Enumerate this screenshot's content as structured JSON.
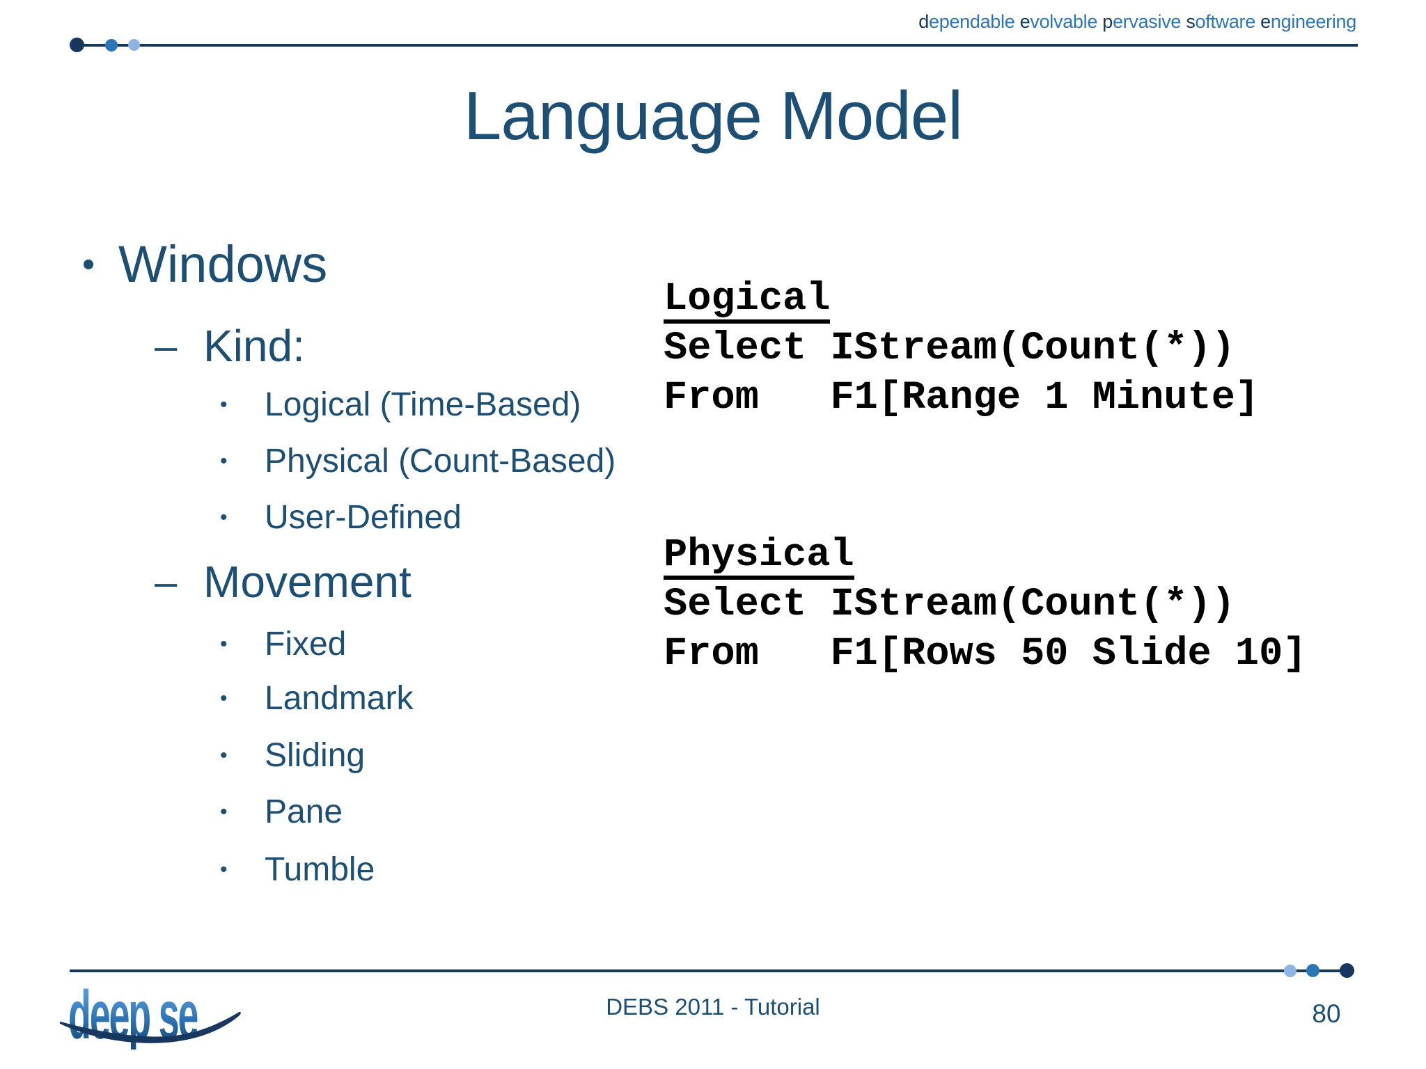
{
  "header": {
    "tagline": "dependable evolvable pervasive software engineering"
  },
  "title": "Language Model",
  "markers": {
    "level1": "•",
    "level2": "–",
    "level3": "•"
  },
  "outline": {
    "level1": "Windows",
    "groups": [
      {
        "label": "Kind:",
        "items": [
          "Logical (Time-Based)",
          "Physical (Count-Based)",
          "User-Defined"
        ]
      },
      {
        "label": "Movement",
        "items": [
          "Fixed",
          "Landmark",
          "Sliding",
          "Pane",
          "Tumble"
        ]
      }
    ]
  },
  "code_blocks": [
    {
      "heading": "Logical",
      "lines": [
        "Select IStream(Count(*))",
        "From   F1[Range 1 Minute]"
      ]
    },
    {
      "heading": "Physical",
      "lines": [
        "Select IStream(Count(*))",
        "From   F1[Rows 50 Slide 10]"
      ]
    }
  ],
  "footer": {
    "caption": "DEBS 2011 - Tutorial",
    "page_number": "80"
  },
  "logo": {
    "text": "deep se"
  },
  "colors": {
    "text_navy": "#1d4e73",
    "line_dark": "#17375e",
    "accent_mid": "#2e75b6",
    "accent_light": "#8db4e2",
    "code_black": "#000000"
  }
}
